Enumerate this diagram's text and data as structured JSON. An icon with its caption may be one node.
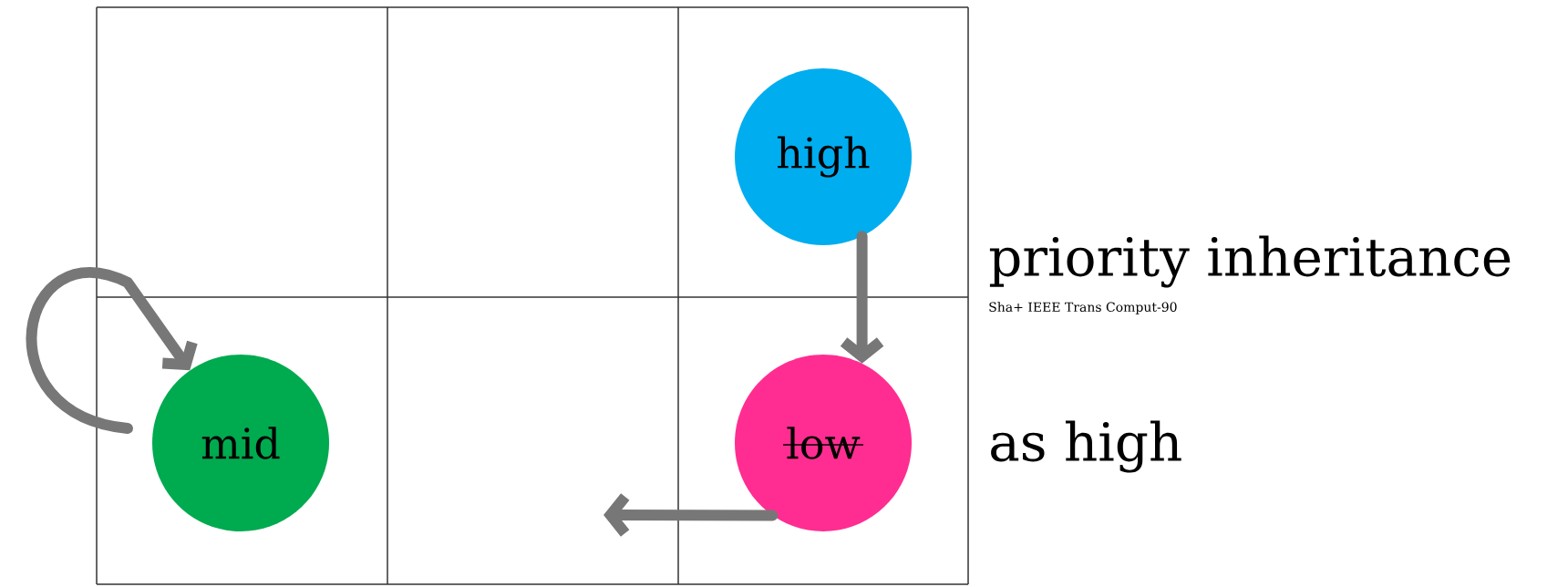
{
  "diagram": {
    "nodes": [
      {
        "text": [
          "high"
        ]
      },
      {
        "text": [
          "mid"
        ]
      },
      {
        "text": [
          "low"
        ]
      }
    ],
    "edges": [
      {
        "from": 0,
        "to": 2,
        "arrow": "to"
      },
      {
        "from": 2,
        "to": null,
        "arrow": "to"
      },
      {
        "from": null,
        "to": 1,
        "arrow": "to"
      }
    ],
    "labels": [
      "priority inheritance",
      "Sha+ IEEE Trans Comput-90",
      "as high"
    ]
  }
}
